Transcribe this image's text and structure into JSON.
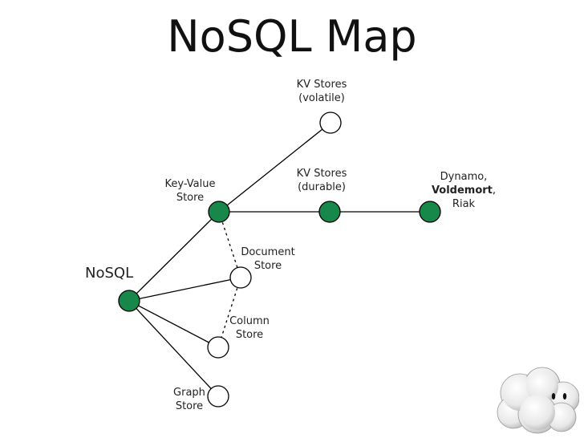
{
  "title": "NoSQL Map",
  "colors": {
    "filled_node": "#17874a",
    "empty_node": "#ffffff",
    "edge": "#000000"
  },
  "labels": {
    "root": "NoSQL",
    "key_value": [
      "Key-Value",
      "Store"
    ],
    "kv_volatile": [
      "KV Stores",
      "(volatile)"
    ],
    "kv_durable": [
      "KV Stores",
      "(durable)"
    ],
    "dynamo": {
      "line1": "Dynamo,",
      "line2_bold": "Voldemort",
      "line2_rest": ",",
      "line3": "Riak"
    },
    "document": [
      "Document",
      "Store"
    ],
    "column": [
      "Column",
      "Store"
    ],
    "graph": [
      "Graph",
      "Store"
    ]
  },
  "mascot": "cloud-face-icon"
}
